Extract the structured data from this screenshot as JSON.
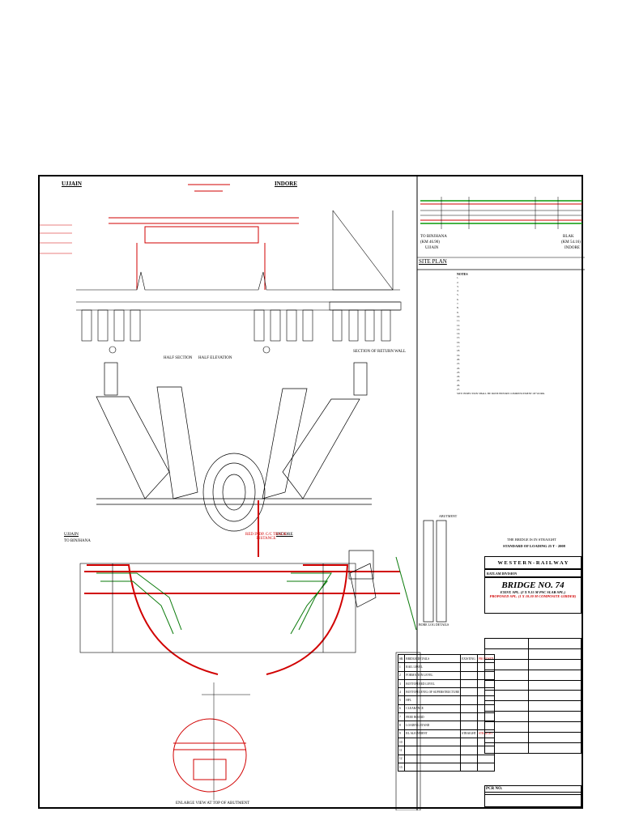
{
  "drawing": {
    "direction_left": "UJJAIN",
    "direction_right": "INDORE",
    "section_half": "HALF SECTION",
    "elevation_half": "HALF ELEVATION",
    "return_wall": "SECTION OF RETURN WALL",
    "ujjain_bottom": "UJJAIN",
    "to_binjhana": "TO BINJHANA",
    "indore_bottom": "INDORE",
    "track_note": "RED INDP. C/C TRACK DISTANCE",
    "enlarge_view": "ENLARGE VIEW AT TOP OF ABUTMENT"
  },
  "site_plan": {
    "left_label": "TO BINJHANA",
    "left_km": "(KM 46.90)",
    "left_town": "UJJAIN",
    "right_label": "BLAK",
    "right_km": "(KM 54.16)",
    "right_town": "INDORE",
    "title": "SITE PLAN"
  },
  "notes": {
    "heading": "NOTES",
    "items": [
      "1.",
      "2.",
      "3.",
      "4.",
      "5.",
      "6.",
      "7.",
      "8.",
      "9.",
      "10.",
      "11.",
      "12.",
      "13.",
      "14.",
      "15.",
      "16.",
      "17.",
      "18.",
      "19.",
      "20.",
      "21.",
      "22.",
      "23.",
      "24.",
      "25.",
      "26.",
      "27."
    ],
    "before_work": "SITE INSPECTION SHALL BE DONE BEFORE COMMENCEMENT OF WORK."
  },
  "abutment": {
    "title": "ABUTMENT"
  },
  "bore_log": {
    "title": "BORE LOG DETAILS"
  },
  "title_block": {
    "straight": "THE BRIDGE IS IN STRAIGHT",
    "loading": "STANDARD OF LOADING 25 T - 2008",
    "railway": "W E S T E R N   -   R A I L W A Y",
    "division": "RATLAM DIVISION",
    "bridge_no": "BRIDGE NO. 74",
    "existing": "EXIST. SPL. (2 X 9.15 M PSC SLAB SPL.)",
    "proposed": "PROPOSED SPL. (1 X 18.30 M COMPOSITE GIRDER)"
  },
  "details_table": {
    "headers": [
      "SR.",
      "BRIDGE DETAILS",
      "EXISTING",
      "PROPOSED"
    ],
    "rows": [
      [
        "1",
        "RAIL LEVEL",
        "",
        ""
      ],
      [
        "2",
        "FORMATION LEVEL",
        "",
        ""
      ],
      [
        "3",
        "BOTTOM BED LEVEL",
        "",
        ""
      ],
      [
        "4",
        "BOTTOM LEVEL OF SUPERSTRUCTURE",
        "",
        ""
      ],
      [
        "5",
        "HFL",
        "",
        ""
      ],
      [
        "6",
        "CLEARANCE",
        "",
        ""
      ],
      [
        "7",
        "FREE BOARD",
        "",
        ""
      ],
      [
        "8",
        "LOADING STAND",
        "",
        ""
      ],
      [
        "9",
        "RL ALIGNMENT",
        "STRAIGHT",
        "STRAIGHT"
      ],
      [
        "10",
        "",
        "",
        ""
      ],
      [
        "11",
        "",
        "",
        ""
      ],
      [
        "12",
        "",
        "",
        ""
      ],
      [
        "13",
        "",
        "",
        ""
      ]
    ]
  },
  "signatures": {
    "rows": 11
  },
  "footer": {
    "pcr": "PCR NO.",
    "line1": "",
    "line2": ""
  }
}
